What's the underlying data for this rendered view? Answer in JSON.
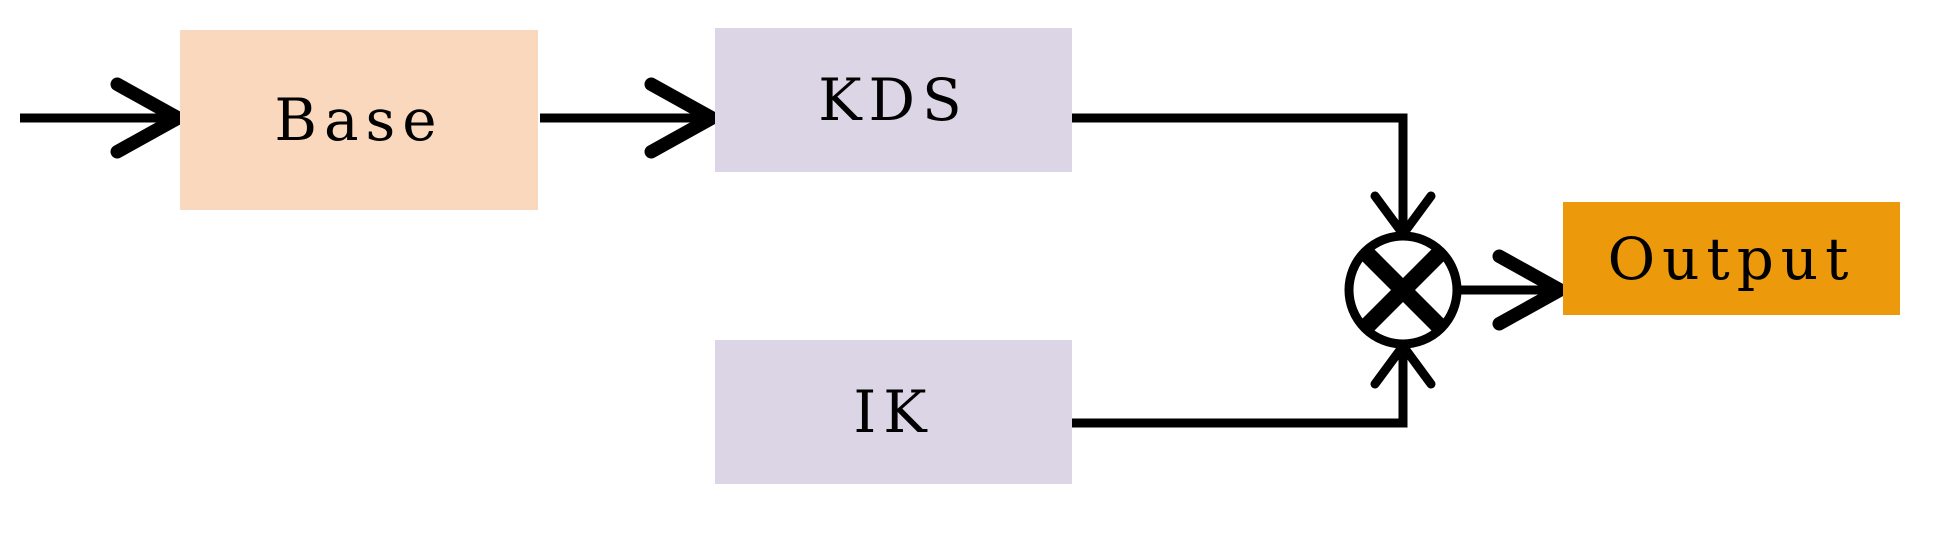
{
  "diagram": {
    "title": "Base-KDS-IK fusion block diagram",
    "background": "#ffffff",
    "line_color": "#000000",
    "nodes": [
      {
        "id": "base",
        "label": "Base",
        "color": "#fad8bd",
        "shape": "rectangle"
      },
      {
        "id": "kds",
        "label": "KDS",
        "color": "#dbd5e5",
        "shape": "rectangle"
      },
      {
        "id": "ik",
        "label": "IK",
        "color": "#dbd5e5",
        "shape": "rectangle"
      },
      {
        "id": "output",
        "label": "Output",
        "color": "#ed990c",
        "shape": "rectangle"
      }
    ],
    "operators": [
      {
        "id": "multiply",
        "symbol": "cross-in-circle",
        "meaning": "multiply",
        "color": "#000000"
      }
    ],
    "edges": [
      {
        "id": "input-to-base",
        "from": "input",
        "to": "base",
        "arrow": "right"
      },
      {
        "id": "base-to-kds",
        "from": "base",
        "to": "kds",
        "arrow": "right"
      },
      {
        "id": "kds-to-multiply",
        "from": "kds",
        "to": "multiply",
        "arrow": "down"
      },
      {
        "id": "ik-to-multiply",
        "from": "ik",
        "to": "multiply",
        "arrow": "up"
      },
      {
        "id": "multiply-to-output",
        "from": "multiply",
        "to": "output",
        "arrow": "right"
      }
    ]
  }
}
